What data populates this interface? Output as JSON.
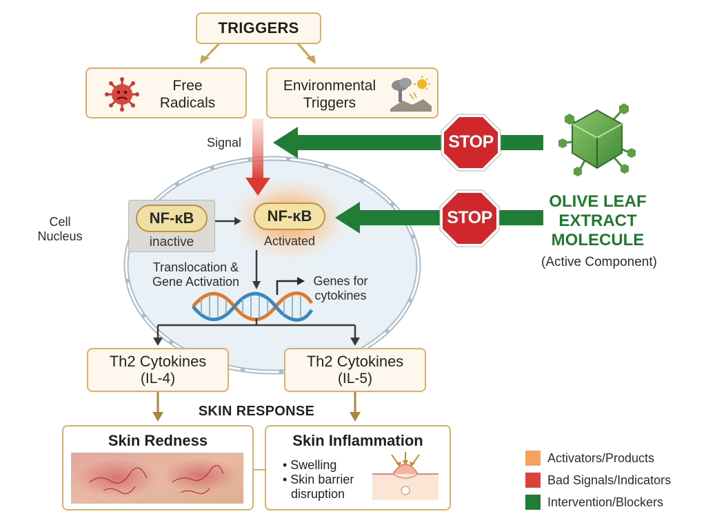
{
  "triggers": {
    "title": "TRIGGERS"
  },
  "free_radicals": {
    "line1": "Free",
    "line2": "Radicals"
  },
  "environmental": {
    "line1": "Environmental",
    "line2": "Triggers"
  },
  "signal_label": "Signal",
  "cell_nucleus": {
    "line1": "Cell",
    "line2": "Nucleus"
  },
  "nfkb_inactive": {
    "name": "NF-κB",
    "state": "inactive"
  },
  "nfkb_active": {
    "name": "NF-κB",
    "state": "Activated"
  },
  "translocation": {
    "line1": "Translocation &",
    "line2": "Gene Activation"
  },
  "genes": {
    "line1": "Genes for",
    "line2": "cytokines"
  },
  "stop_sign_1": "STOP",
  "stop_sign_2": "STOP",
  "olive": {
    "line1": "OLIVE LEAF",
    "line2": "EXTRACT",
    "line3": "MOLECULE",
    "subtitle": "(Active Component)"
  },
  "cytokine_left": {
    "line1": "Th2 Cytokines",
    "line2": "(IL-4)"
  },
  "cytokine_right": {
    "line1": "Th2 Cytokines",
    "line2": "(IL-5)"
  },
  "skin_response": "SKIN RESPONSE",
  "skin_redness": {
    "title": "Skin Redness"
  },
  "skin_inflammation": {
    "title": "Skin Inflammation",
    "bullet1": "• Swelling",
    "bullet2": "• Skin barrier",
    "bullet2b": "disruption"
  },
  "legend": [
    {
      "label": "Activators/Products",
      "color": "#f5a35c"
    },
    {
      "label": "Bad Signals/Indicators",
      "color": "#d8433c"
    },
    {
      "label": "Intervention/Blockers",
      "color": "#1f7d35"
    }
  ],
  "colors": {
    "box_border": "#e0ad68",
    "box_fill": "#fdf7ee",
    "arrow_brown": "#a8883e",
    "stop_red": "#d0272c",
    "green": "#1e7b2e"
  }
}
